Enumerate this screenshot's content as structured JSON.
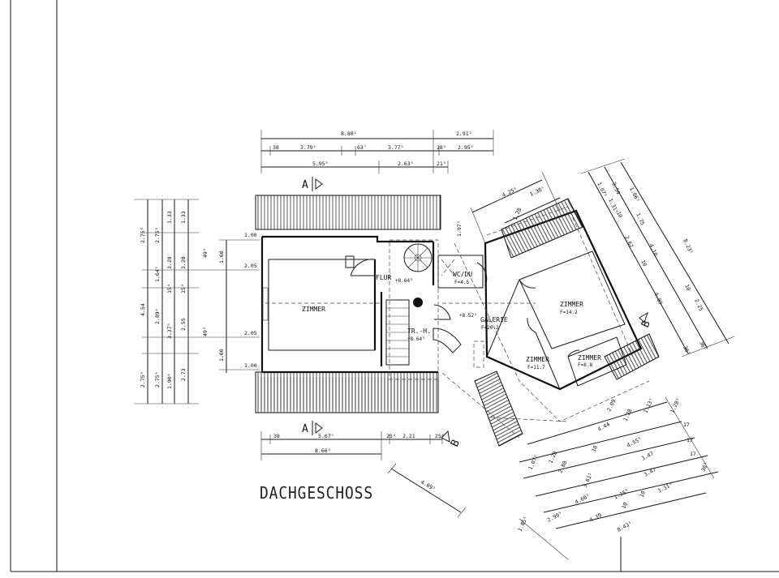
{
  "title": "DACHGESCHOSS",
  "rooms": {
    "zimmer_main": "ZIMMER",
    "flur": "FLUR",
    "flur_level": "+8.64³",
    "wc_do": "WC/DU",
    "wc_area": "F=4.5",
    "galerie": "GALERIE",
    "galerie_level": "+8.52³",
    "galerie_area": "F=20.2",
    "treppenhaus": "TR.-H.",
    "treppenhaus_level": "+8.64³",
    "zimmer_east": "ZIMMER",
    "zimmer_east_area": "F=14.2",
    "zimmer_south": "ZIMMER",
    "zimmer_south_area": "F=11.7",
    "zimmer_small": "ZIMMER",
    "zimmer_small_area": "F=8.8"
  },
  "section_marks": {
    "a_top": "A",
    "a_bottom": "A",
    "b_right": "B",
    "b_bottom": "B"
  },
  "dims_top": {
    "total": "8.80⁵",
    "right": "2.91³",
    "d1": "38",
    "d2": "3.79⁵",
    "d3": "63⁷",
    "d4": "3.77⁵",
    "d5": "28⁵",
    "d6": "2.95⁵",
    "e1": "5.95⁵",
    "e2": "2.63⁵",
    "e3": "21⁵"
  },
  "dims_bottom": {
    "d1": "38",
    "d2": "5.67⁵",
    "d3": "25⁵",
    "d4": "2.21",
    "d5": "25⁷",
    "total": "8.66³"
  },
  "dims_left": {
    "c1a": "2.75³",
    "c1b": "2.75³",
    "c2": "4.54",
    "c3": "2.75³",
    "c4": "2.75³",
    "s1": "1.33",
    "s2": "1.64⁵",
    "s3": "2.89⁴",
    "s4": "1.90⁴",
    "t1": "1.33",
    "t2": "3.28",
    "t3": "15⁴",
    "t4": "3.37⁵",
    "u1": "3.28",
    "u2": "15⁴",
    "u3": "2.55",
    "u4": "2.73",
    "w1": "1.60",
    "w2": "1.60",
    "x1": "49⁵",
    "x2": "49⁵",
    "h1": "1.00",
    "h2": "2.05",
    "h3": "2.05",
    "h4": "1.00"
  },
  "dims_wing": {
    "a1": "4.25⁵",
    "a2": "1.38⁵",
    "a3": "1.28",
    "a4": "1.97⁵",
    "r1": "1.07⁵",
    "r2": "3.54",
    "r3": "1.06⁵",
    "r4": "1.31⁵",
    "r5": "10",
    "r6": "1.75",
    "r7": "2.62",
    "r8": "4.10",
    "r9": "10",
    "r10": "8.23⁵",
    "r11": "4.89",
    "r12": "2.25",
    "r13": "10",
    "r14": "36⁵",
    "r15": "36⁵",
    "b1": "2.09",
    "b2": "1.28",
    "b3": "1.13⁵",
    "b4": "1.28⁵",
    "b5": "4.44",
    "b6": "17",
    "b7": "17",
    "b8": "17",
    "b9": "4.55⁵",
    "b10": "10",
    "b11": "2.80",
    "b12": "1.07⁵",
    "b13": "1.28",
    "b14": "3.47",
    "b15": "3.47",
    "b16": "36⁵",
    "b17": "3.61⁵",
    "b18": "4.60⁵",
    "b19": "1.35⁵",
    "b20": "10",
    "b21": "3.31⁵",
    "b22": "2.99⁵",
    "b23": "4.39",
    "b24": "8.43⁵",
    "b25": "1.85⁵",
    "b26": "10",
    "diag": "4.09⁵"
  }
}
